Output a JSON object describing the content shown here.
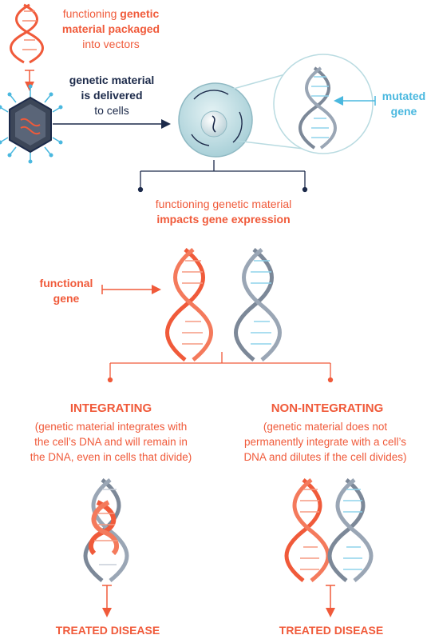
{
  "step1": {
    "normal_1": "functioning ",
    "bold_1": "genetic",
    "bold_2": "material packaged",
    "normal_2": "into vectors"
  },
  "step2": {
    "bold_1": "genetic material",
    "bold_2": "is delivered",
    "normal": "to cells"
  },
  "mutated_label": {
    "line1": "mutated",
    "line2": "gene"
  },
  "step3": {
    "normal": "functioning genetic material",
    "bold": "impacts gene expression"
  },
  "functional_label": {
    "line1": "functional",
    "line2": "gene"
  },
  "integrating": {
    "heading": "INTEGRATING",
    "description": [
      "(genetic material integrates with",
      "the cell’s DNA and will remain in",
      "the DNA, even in cells that divide)"
    ],
    "outcome": "TREATED DISEASE"
  },
  "non_integrating": {
    "heading": "NON-INTEGRATING",
    "description": [
      "(genetic material does not",
      "permanently integrate with a cell’s",
      "DNA and dilutes if the cell divides)"
    ],
    "outcome": "TREATED DISEASE"
  },
  "colors": {
    "orange": "#f05a3a",
    "navy": "#1c2a4a",
    "blue": "#4ab8df",
    "grey_strand": "#8c98a8",
    "cell_fill": "#bfdde3"
  }
}
